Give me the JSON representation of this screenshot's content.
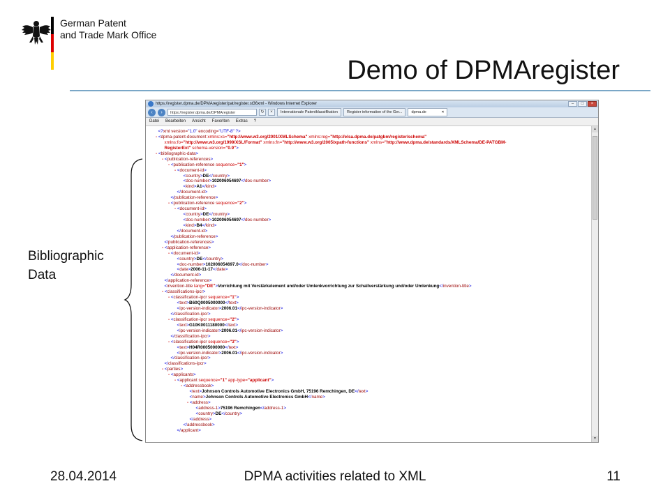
{
  "header": {
    "org_line1": "German Patent",
    "org_line2": "and Trade Mark Office",
    "flag_colors": [
      "#000000",
      "#dd0000",
      "#ffce00"
    ],
    "title": "Demo of DPMAregister"
  },
  "side_label": {
    "line1": "Bibliographic",
    "line2": "Data"
  },
  "browser": {
    "window_title": "https://register.dpma.de/DPMAregister/pat/register.st36xml - Windows Internet Explorer",
    "address": "https://register.dpma.de/DPMAregister",
    "tabs": [
      "Internationale Patentklassifikation",
      "Register information of the Ger...",
      "dpma.de"
    ],
    "menu": [
      "Datei",
      "Bearbeiten",
      "Ansicht",
      "Favoriten",
      "Extras",
      "?"
    ],
    "xml_lines": [
      {
        "indent": 0,
        "dash": false,
        "html": "<span class='b'>&lt;?</span><span class='t'>xml version=</span><span class='b'>\"1.0\"</span><span class='t'> encoding=</span><span class='b'>\"UTF-8\"</span><span class='b'> ?&gt;</span>"
      },
      {
        "indent": 0,
        "dash": true,
        "html": "<span class='b'>&lt;</span><span class='t'>dpma-patent-document</span> <span class='an'>xmlns:xs=</span><span class='av'>\"http://www.w3.org/2001/XMLSchema\"</span> <span class='an'>xmlns:reg=</span><span class='av'>\"http://elsa.dpma.de/patgbm/register/schema\"</span>"
      },
      {
        "indent": 1,
        "dash": false,
        "html": "<span class='an'>xmlns:fo=</span><span class='av'>\"http://www.w3.org/1999/XSL/Format\"</span> <span class='an'>xmlns:fn=</span><span class='av'>\"http://www.w3.org/2005/xpath-functions\"</span> <span class='an'>xmlns=</span><span class='av'>\"http://www.dpma.de/standards/XMLSchema/DE-PATGBM-</span>"
      },
      {
        "indent": 1,
        "dash": false,
        "html": "<span class='av'>RegisterExt\"</span> <span class='an'>schema-version=</span><span class='av'>\"0.9\"</span><span class='b'>&gt;</span>"
      },
      {
        "indent": 0,
        "dash": true,
        "html": "<span class='b'>&lt;</span><span class='t'>bibliographic-data</span><span class='b'>&gt;</span>"
      },
      {
        "indent": 1,
        "dash": true,
        "html": "<span class='b'>&lt;</span><span class='t'>publication-references</span><span class='b'>&gt;</span>"
      },
      {
        "indent": 2,
        "dash": true,
        "html": "<span class='b'>&lt;</span><span class='t'>publication-reference</span> <span class='an'>sequence=</span><span class='av'>\"1\"</span><span class='b'>&gt;</span>"
      },
      {
        "indent": 3,
        "dash": true,
        "html": "<span class='b'>&lt;</span><span class='t'>document-id</span><span class='b'>&gt;</span>"
      },
      {
        "indent": 4,
        "dash": false,
        "html": "<span class='b'>&lt;</span><span class='t'>country</span><span class='b'>&gt;</span><span class='tx'>DE</span><span class='b'>&lt;/</span><span class='t'>country</span><span class='b'>&gt;</span>"
      },
      {
        "indent": 4,
        "dash": false,
        "html": "<span class='b'>&lt;</span><span class='t'>doc-number</span><span class='b'>&gt;</span><span class='tx'>102006054697</span><span class='b'>&lt;/</span><span class='t'>doc-number</span><span class='b'>&gt;</span>"
      },
      {
        "indent": 4,
        "dash": false,
        "html": "<span class='b'>&lt;</span><span class='t'>kind</span><span class='b'>&gt;</span><span class='tx'>A1</span><span class='b'>&lt;/</span><span class='t'>kind</span><span class='b'>&gt;</span>"
      },
      {
        "indent": 3,
        "dash": false,
        "html": "<span class='b'>&lt;/</span><span class='t'>document-id</span><span class='b'>&gt;</span>"
      },
      {
        "indent": 2,
        "dash": false,
        "html": "<span class='b'>&lt;/</span><span class='t'>publication-reference</span><span class='b'>&gt;</span>"
      },
      {
        "indent": 2,
        "dash": true,
        "html": "<span class='b'>&lt;</span><span class='t'>publication-reference</span> <span class='an'>sequence=</span><span class='av'>\"2\"</span><span class='b'>&gt;</span>"
      },
      {
        "indent": 3,
        "dash": true,
        "html": "<span class='b'>&lt;</span><span class='t'>document-id</span><span class='b'>&gt;</span>"
      },
      {
        "indent": 4,
        "dash": false,
        "html": "<span class='b'>&lt;</span><span class='t'>country</span><span class='b'>&gt;</span><span class='tx'>DE</span><span class='b'>&lt;/</span><span class='t'>country</span><span class='b'>&gt;</span>"
      },
      {
        "indent": 4,
        "dash": false,
        "html": "<span class='b'>&lt;</span><span class='t'>doc-number</span><span class='b'>&gt;</span><span class='tx'>102006054697</span><span class='b'>&lt;/</span><span class='t'>doc-number</span><span class='b'>&gt;</span>"
      },
      {
        "indent": 4,
        "dash": false,
        "html": "<span class='b'>&lt;</span><span class='t'>kind</span><span class='b'>&gt;</span><span class='tx'>B4</span><span class='b'>&lt;/</span><span class='t'>kind</span><span class='b'>&gt;</span>"
      },
      {
        "indent": 3,
        "dash": false,
        "html": "<span class='b'>&lt;/</span><span class='t'>document-id</span><span class='b'>&gt;</span>"
      },
      {
        "indent": 2,
        "dash": false,
        "html": "<span class='b'>&lt;/</span><span class='t'>publication-reference</span><span class='b'>&gt;</span>"
      },
      {
        "indent": 1,
        "dash": false,
        "html": "<span class='b'>&lt;/</span><span class='t'>publication-references</span><span class='b'>&gt;</span>"
      },
      {
        "indent": 1,
        "dash": true,
        "html": "<span class='b'>&lt;</span><span class='t'>application-reference</span><span class='b'>&gt;</span>"
      },
      {
        "indent": 2,
        "dash": true,
        "html": "<span class='b'>&lt;</span><span class='t'>document-id</span><span class='b'>&gt;</span>"
      },
      {
        "indent": 3,
        "dash": false,
        "html": "<span class='b'>&lt;</span><span class='t'>country</span><span class='b'>&gt;</span><span class='tx'>DE</span><span class='b'>&lt;/</span><span class='t'>country</span><span class='b'>&gt;</span>"
      },
      {
        "indent": 3,
        "dash": false,
        "html": "<span class='b'>&lt;</span><span class='t'>doc-number</span><span class='b'>&gt;</span><span class='tx'>102006054697.0</span><span class='b'>&lt;/</span><span class='t'>doc-number</span><span class='b'>&gt;</span>"
      },
      {
        "indent": 3,
        "dash": false,
        "html": "<span class='b'>&lt;</span><span class='t'>date</span><span class='b'>&gt;</span><span class='tx'>2006-11-17</span><span class='b'>&lt;/</span><span class='t'>date</span><span class='b'>&gt;</span>"
      },
      {
        "indent": 2,
        "dash": false,
        "html": "<span class='b'>&lt;/</span><span class='t'>document-id</span><span class='b'>&gt;</span>"
      },
      {
        "indent": 1,
        "dash": false,
        "html": "<span class='b'>&lt;/</span><span class='t'>application-reference</span><span class='b'>&gt;</span>"
      },
      {
        "indent": 1,
        "dash": false,
        "html": "<span class='b'>&lt;</span><span class='t'>invention-title</span> <span class='an'>lang=</span><span class='av'>\"DE\"</span><span class='b'>&gt;</span><span class='tx'>Vorrichtung mit Verstärkelement und/oder Umlenkvorrichtung zur Schallverstärkung und/oder Umlenkung</span><span class='b'>&lt;/</span><span class='t'>invention-title</span><span class='b'>&gt;</span>"
      },
      {
        "indent": 1,
        "dash": true,
        "html": "<span class='b'>&lt;</span><span class='t'>classifications-ipcr</span><span class='b'>&gt;</span>"
      },
      {
        "indent": 2,
        "dash": true,
        "html": "<span class='b'>&lt;</span><span class='t'>classification-ipcr</span> <span class='an'>sequence=</span><span class='av'>\"1\"</span><span class='b'>&gt;</span>"
      },
      {
        "indent": 3,
        "dash": false,
        "html": "<span class='b'>&lt;</span><span class='t'>text</span><span class='b'>&gt;</span><span class='tx'>B60Q0005000000</span><span class='b'>&lt;/</span><span class='t'>text</span><span class='b'>&gt;</span>"
      },
      {
        "indent": 3,
        "dash": false,
        "html": "<span class='b'>&lt;</span><span class='t'>ipc-version-indicator</span><span class='b'>&gt;</span><span class='tx'>2006.01</span><span class='b'>&lt;/</span><span class='t'>ipc-version-indicator</span><span class='b'>&gt;</span>"
      },
      {
        "indent": 2,
        "dash": false,
        "html": "<span class='b'>&lt;/</span><span class='t'>classification-ipcr</span><span class='b'>&gt;</span>"
      },
      {
        "indent": 2,
        "dash": true,
        "html": "<span class='b'>&lt;</span><span class='t'>classification-ipcr</span> <span class='an'>sequence=</span><span class='av'>\"2\"</span><span class='b'>&gt;</span>"
      },
      {
        "indent": 3,
        "dash": false,
        "html": "<span class='b'>&lt;</span><span class='t'>text</span><span class='b'>&gt;</span><span class='tx'>G10K0011180000</span><span class='b'>&lt;/</span><span class='t'>text</span><span class='b'>&gt;</span>"
      },
      {
        "indent": 3,
        "dash": false,
        "html": "<span class='b'>&lt;</span><span class='t'>ipc-version-indicator</span><span class='b'>&gt;</span><span class='tx'>2006.01</span><span class='b'>&lt;/</span><span class='t'>ipc-version-indicator</span><span class='b'>&gt;</span>"
      },
      {
        "indent": 2,
        "dash": false,
        "html": "<span class='b'>&lt;/</span><span class='t'>classification-ipcr</span><span class='b'>&gt;</span>"
      },
      {
        "indent": 2,
        "dash": true,
        "html": "<span class='b'>&lt;</span><span class='t'>classification-ipcr</span> <span class='an'>sequence=</span><span class='av'>\"3\"</span><span class='b'>&gt;</span>"
      },
      {
        "indent": 3,
        "dash": false,
        "html": "<span class='b'>&lt;</span><span class='t'>text</span><span class='b'>&gt;</span><span class='tx'>H04R0005000000</span><span class='b'>&lt;/</span><span class='t'>text</span><span class='b'>&gt;</span>"
      },
      {
        "indent": 3,
        "dash": false,
        "html": "<span class='b'>&lt;</span><span class='t'>ipc-version-indicator</span><span class='b'>&gt;</span><span class='tx'>2006.01</span><span class='b'>&lt;/</span><span class='t'>ipc-version-indicator</span><span class='b'>&gt;</span>"
      },
      {
        "indent": 2,
        "dash": false,
        "html": "<span class='b'>&lt;/</span><span class='t'>classification-ipcr</span><span class='b'>&gt;</span>"
      },
      {
        "indent": 1,
        "dash": false,
        "html": "<span class='b'>&lt;/</span><span class='t'>classifications-ipcr</span><span class='b'>&gt;</span>"
      },
      {
        "indent": 1,
        "dash": true,
        "html": "<span class='b'>&lt;</span><span class='t'>parties</span><span class='b'>&gt;</span>"
      },
      {
        "indent": 2,
        "dash": true,
        "html": "<span class='b'>&lt;</span><span class='t'>applicants</span><span class='b'>&gt;</span>"
      },
      {
        "indent": 3,
        "dash": true,
        "html": "<span class='b'>&lt;</span><span class='t'>applicant</span> <span class='an'>sequence=</span><span class='av'>\"1\"</span> <span class='an'>app-type=</span><span class='av'>\"applicant\"</span><span class='b'>&gt;</span>"
      },
      {
        "indent": 4,
        "dash": true,
        "html": "<span class='b'>&lt;</span><span class='t'>addressbook</span><span class='b'>&gt;</span>"
      },
      {
        "indent": 5,
        "dash": false,
        "html": "<span class='b'>&lt;</span><span class='t'>text</span><span class='b'>&gt;</span><span class='tx'>Johnson Controls Automotive Electronics GmbH, 75196 Remchingen, DE</span><span class='b'>&lt;/</span><span class='t'>text</span><span class='b'>&gt;</span>"
      },
      {
        "indent": 5,
        "dash": false,
        "html": "<span class='b'>&lt;</span><span class='t'>name</span><span class='b'>&gt;</span><span class='tx'>Johnson Controls Automotive Electronics GmbH</span><span class='b'>&lt;/</span><span class='t'>name</span><span class='b'>&gt;</span>"
      },
      {
        "indent": 5,
        "dash": true,
        "html": "<span class='b'>&lt;</span><span class='t'>address</span><span class='b'>&gt;</span>"
      },
      {
        "indent": 6,
        "dash": false,
        "html": "<span class='b'>&lt;</span><span class='t'>address-1</span><span class='b'>&gt;</span><span class='tx'>75196 Remchingen</span><span class='b'>&lt;/</span><span class='t'>address-1</span><span class='b'>&gt;</span>"
      },
      {
        "indent": 6,
        "dash": false,
        "html": "<span class='b'>&lt;</span><span class='t'>country</span><span class='b'>&gt;</span><span class='tx'>DE</span><span class='b'>&lt;/</span><span class='t'>country</span><span class='b'>&gt;</span>"
      },
      {
        "indent": 5,
        "dash": false,
        "html": "<span class='b'>&lt;/</span><span class='t'>address</span><span class='b'>&gt;</span>"
      },
      {
        "indent": 4,
        "dash": false,
        "html": "<span class='b'>&lt;/</span><span class='t'>addressbook</span><span class='b'>&gt;</span>"
      },
      {
        "indent": 3,
        "dash": false,
        "html": "<span class='b'>&lt;/</span><span class='t'>applicant</span><span class='b'>&gt;</span>"
      }
    ]
  },
  "footer": {
    "date": "28.04.2014",
    "center": "DPMA activities related to XML",
    "page": "11"
  }
}
